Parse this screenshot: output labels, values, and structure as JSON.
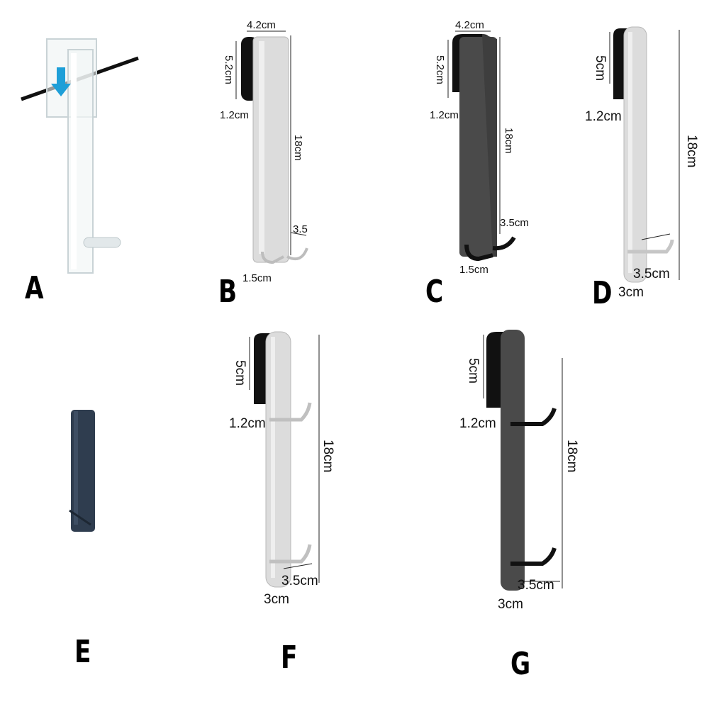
{
  "colors": {
    "steel": "#d9d9d9",
    "steel_edge": "#a8a8a8",
    "black_metal": "#4a4a4a",
    "black_cap": "#111111",
    "navy": "#2f3d4f",
    "acrylic": "#e8eef0",
    "arrow_blue": "#1e9fd8"
  },
  "panels": {
    "A": {
      "label": "A"
    },
    "B": {
      "label": "B",
      "width": "4.2cm",
      "cap": "5.2cm",
      "gap": "1.2cm",
      "height": "18cm",
      "hook": "3.5",
      "hook_depth": "1.5cm"
    },
    "C": {
      "label": "C",
      "width": "4.2cm",
      "cap": "5.2cm",
      "gap": "1.2cm",
      "height": "18cm",
      "hook": "3.5cm",
      "hook_depth": "1.5cm"
    },
    "D": {
      "label": "D",
      "cap": "5cm",
      "gap": "1.2cm",
      "height": "18cm",
      "hook": "3.5cm",
      "hook_depth": "3cm"
    },
    "E": {
      "label": "E"
    },
    "F": {
      "label": "F",
      "cap": "5cm",
      "gap": "1.2cm",
      "height": "18cm",
      "hook": "3.5cm",
      "hook_depth": "3cm"
    },
    "G": {
      "label": "G",
      "cap": "5cm",
      "gap": "1.2cm",
      "height": "18cm",
      "hook": "3.5cm",
      "hook_depth": "3cm"
    }
  }
}
